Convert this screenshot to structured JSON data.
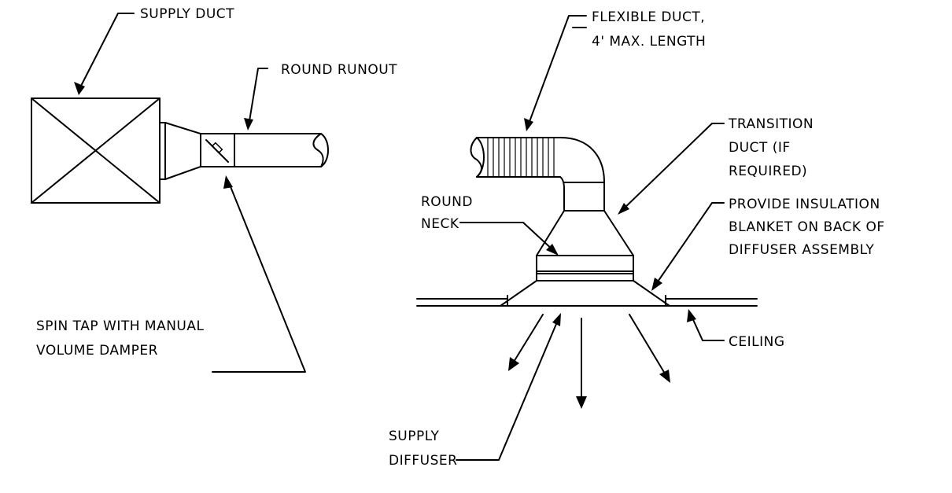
{
  "labels": {
    "supply_duct": "SUPPLY DUCT",
    "round_runout": "ROUND RUNOUT",
    "spin_tap_1": "SPIN TAP WITH MANUAL",
    "spin_tap_2": "VOLUME DAMPER",
    "flexible_duct_1": "FLEXIBLE DUCT,",
    "flexible_duct_2": "4' MAX. LENGTH",
    "transition_1": "TRANSITION",
    "transition_2": "DUCT (IF",
    "transition_3": "REQUIRED)",
    "round_neck_1": "ROUND",
    "round_neck_2": "NECK",
    "insulation_1": "PROVIDE INSULATION",
    "insulation_2": "BLANKET ON BACK OF",
    "insulation_3": "DIFFUSER ASSEMBLY",
    "ceiling": "CEILING",
    "supply_diffuser_1": "SUPPLY",
    "supply_diffuser_2": "DIFFUSER"
  }
}
